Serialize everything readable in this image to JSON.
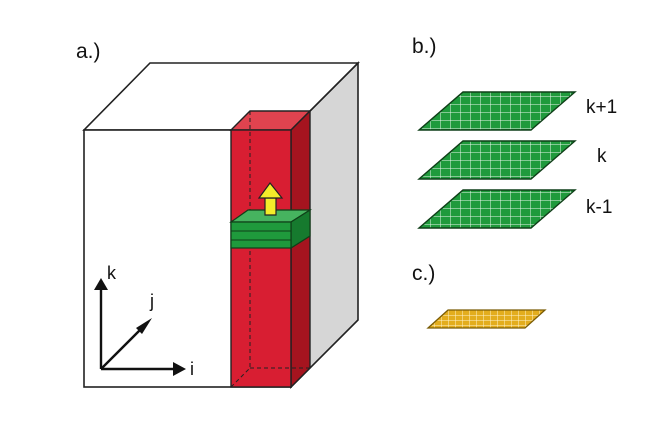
{
  "panels": {
    "a": {
      "label": "a.)"
    },
    "b": {
      "label": "b.)"
    },
    "c": {
      "label": "c.)"
    }
  },
  "axes": {
    "k": "k",
    "j": "j",
    "i": "i"
  },
  "layers": {
    "upper": "k+1",
    "middle": "k",
    "lower": "k-1"
  },
  "colors": {
    "block_face": "#ffffff",
    "block_side": "#d6d6d6",
    "column_front": "#d81e32",
    "column_side": "#a5141f",
    "column_top": "#e0434f",
    "grid_green": "#1f9a3c",
    "grid_green_dark": "#116b24",
    "grid_gold": "#e3ad1d",
    "arrow": "#f4ec2a"
  }
}
